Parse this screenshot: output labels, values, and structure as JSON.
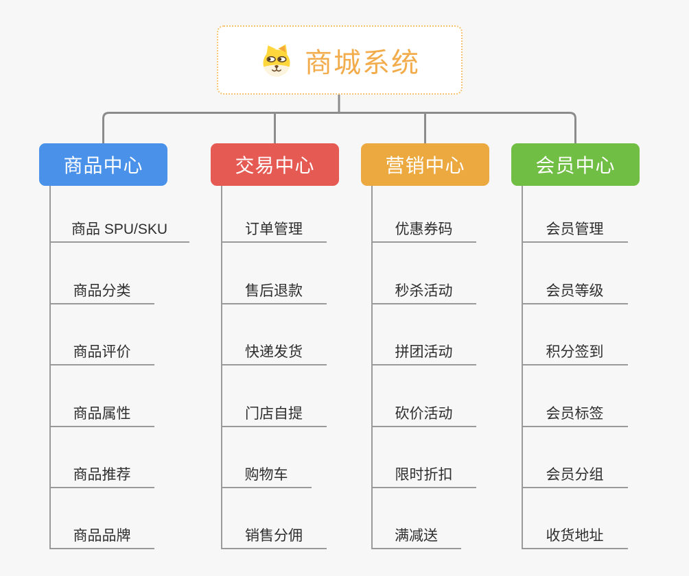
{
  "root": {
    "label": "商城系统",
    "icon": "dog-face-icon"
  },
  "colors": {
    "background": "#F7F7F7",
    "connector_gray": "#8C8C8C",
    "underline_gray": "#999999",
    "item_text": "#2E2E2E",
    "root_text": "#F2AC4C",
    "root_border": "#F6C36A",
    "branch_blue": "#4A91E9",
    "branch_red": "#E65A54",
    "branch_orange": "#ECA93F",
    "branch_green": "#70BE44"
  },
  "branches": [
    {
      "label": "商品中心",
      "color": "#4A91E9",
      "items": [
        "商品 SPU/SKU",
        "商品分类",
        "商品评价",
        "商品属性",
        "商品推荐",
        "商品品牌"
      ]
    },
    {
      "label": "交易中心",
      "color": "#E65A54",
      "items": [
        "订单管理",
        "售后退款",
        "快递发货",
        "门店自提",
        "购物车",
        "销售分佣"
      ]
    },
    {
      "label": "营销中心",
      "color": "#ECA93F",
      "items": [
        "优惠券码",
        "秒杀活动",
        "拼团活动",
        "砍价活动",
        "限时折扣",
        "满减送"
      ]
    },
    {
      "label": "会员中心",
      "color": "#70BE44",
      "items": [
        "会员管理",
        "会员等级",
        "积分签到",
        "会员标签",
        "会员分组",
        "收货地址"
      ]
    }
  ]
}
